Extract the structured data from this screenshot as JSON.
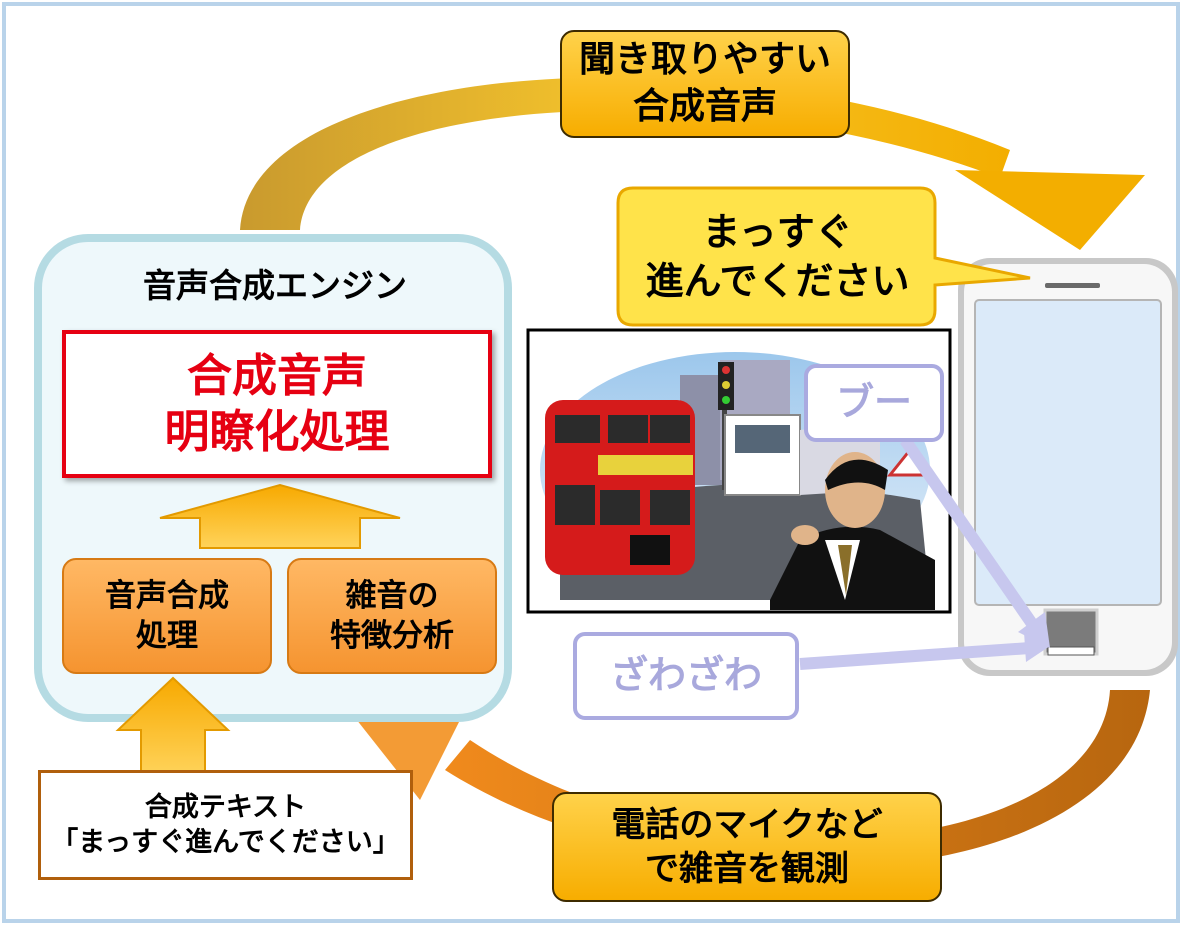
{
  "labels": {
    "top_cycle": "聞き取りやすい\n合成音声",
    "speech_bubble": "まっすぐ\n進んでください",
    "engine_title": "音声合成エンジン",
    "clarity_process": "合成音声\n明瞭化処理",
    "synth_process": "音声合成\n処理",
    "noise_analysis": "雑音の\n特徴分析",
    "input_text": "合成テキスト\n「まっすぐ進んでください」",
    "mic_observe": "電話のマイクなど\nで雑音を観測",
    "noise_buu": "ブー",
    "noise_zawa": "ざわざわ"
  },
  "colors": {
    "gold_arrow": "#f4b400",
    "orange_arrow": "#f08a1c",
    "engine_panel": "#eef8fb",
    "engine_border": "#b5dbe3",
    "accent_red": "#e60012",
    "noise_text": "#a8a8dc"
  },
  "icons": {
    "smartphone": "smartphone-icon",
    "street_scene": "street-scene-illustration"
  }
}
